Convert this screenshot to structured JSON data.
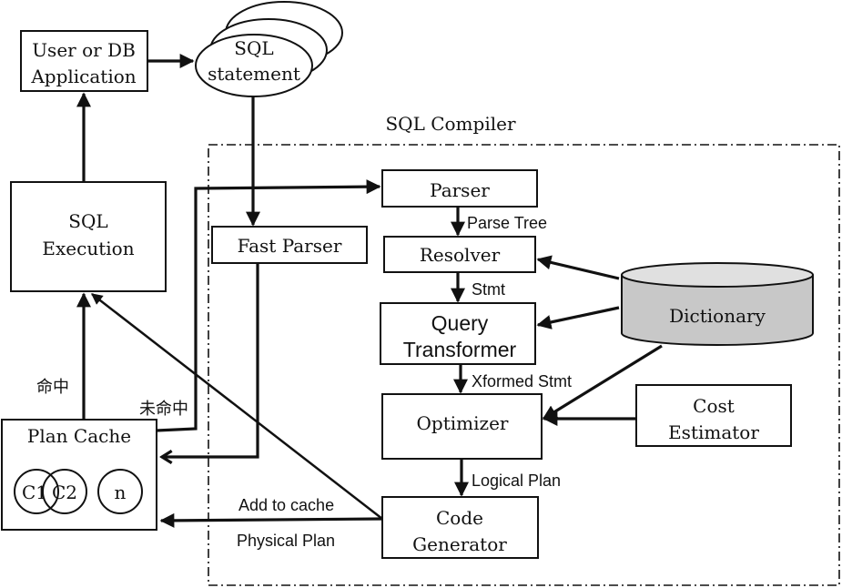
{
  "title": "SQL Compiler",
  "nodes": {
    "app": [
      "User or DB",
      "Application"
    ],
    "sql_statement": [
      "SQL",
      "statement"
    ],
    "sql_execution": [
      "SQL",
      "Execution"
    ],
    "plan_cache": "Plan Cache",
    "cache_entries": [
      "C1",
      "C2",
      "n"
    ],
    "fast_parser": "Fast Parser",
    "parser": "Parser",
    "resolver": "Resolver",
    "query_transformer": [
      "Query",
      "Transformer"
    ],
    "optimizer": "Optimizer",
    "code_generator": [
      "Code",
      "Generator"
    ],
    "dictionary": "Dictionary",
    "cost_estimator": [
      "Cost",
      "Estimator"
    ]
  },
  "edge_labels": {
    "parse_tree": "Parse Tree",
    "stmt": "Stmt",
    "xformed_stmt": "Xformed Stmt",
    "logical_plan": "Logical Plan",
    "add_to_cache": "Add to cache",
    "physical_plan": "Physical Plan",
    "hit": "命中",
    "miss": "未命中"
  }
}
